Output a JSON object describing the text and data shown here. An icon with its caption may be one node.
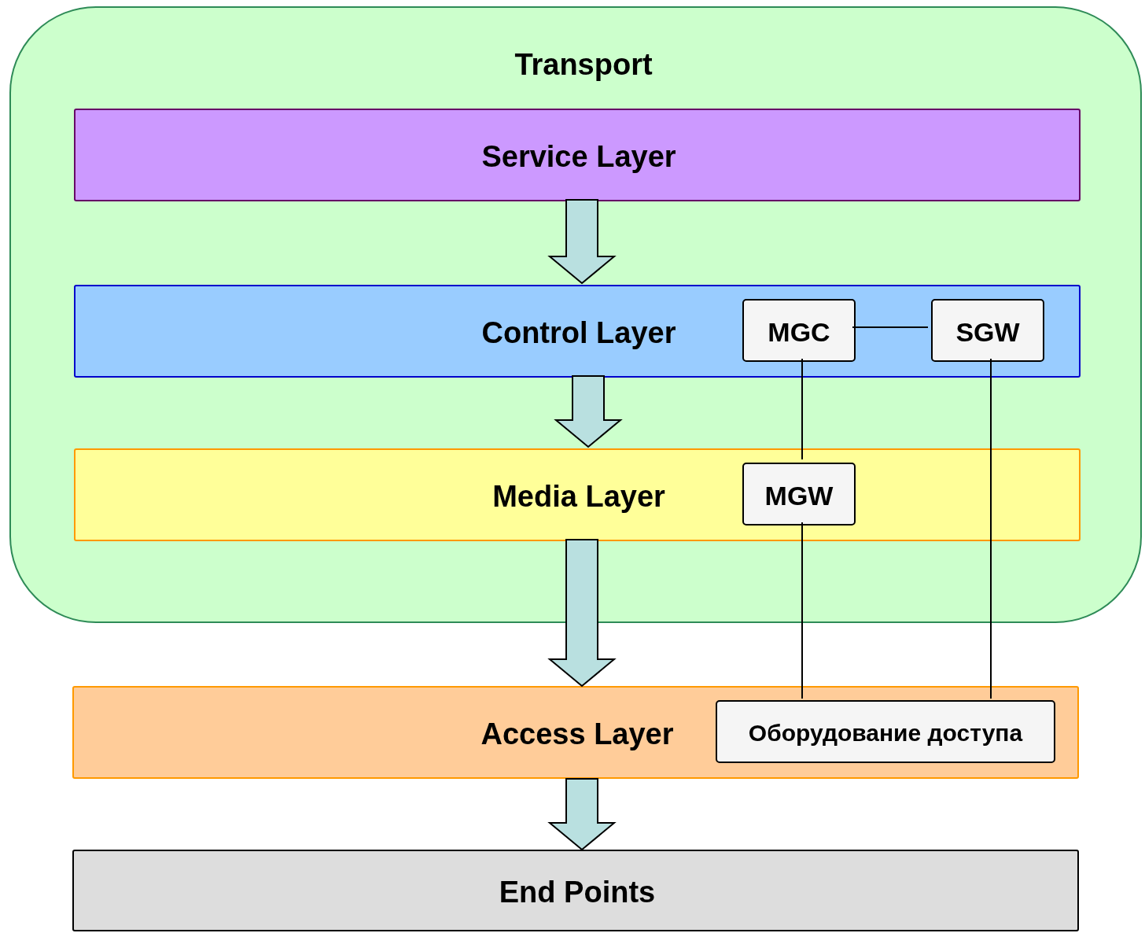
{
  "diagram": {
    "nodes": [
      {
        "text": [
          "Transport"
        ]
      },
      {
        "text": [
          "Service Layer"
        ],
        "in": 0
      },
      {
        "text": [
          "Control Layer"
        ],
        "in": 0
      },
      {
        "text": [
          "MGC"
        ],
        "in": 2
      },
      {
        "text": [
          "SGW"
        ],
        "in": 2
      },
      {
        "text": [
          "Media Layer"
        ],
        "in": 0
      },
      {
        "text": [
          "MGW"
        ],
        "in": 5
      },
      {
        "text": [
          "Access Layer"
        ]
      },
      {
        "text": [
          "Оборудование доступа"
        ],
        "in": 7
      },
      {
        "text": [
          "End Points"
        ]
      }
    ],
    "edges": [
      {
        "from": 1,
        "to": 2,
        "arrow": "to",
        "style": "thick",
        "color": "#b9e0e0"
      },
      {
        "from": 2,
        "to": 5,
        "arrow": "to",
        "style": "thick",
        "color": "#b9e0e0"
      },
      {
        "from": 5,
        "to": 7,
        "arrow": "to",
        "style": "thick",
        "color": "#b9e0e0"
      },
      {
        "from": 7,
        "to": 9,
        "arrow": "to",
        "style": "thick",
        "color": "#b9e0e0"
      },
      {
        "from": 3,
        "to": 4,
        "arrow": "none"
      },
      {
        "from": 3,
        "to": 6,
        "arrow": "none"
      },
      {
        "from": 6,
        "to": 8,
        "arrow": "none"
      },
      {
        "from": 4,
        "to": 8,
        "arrow": "none"
      }
    ]
  }
}
